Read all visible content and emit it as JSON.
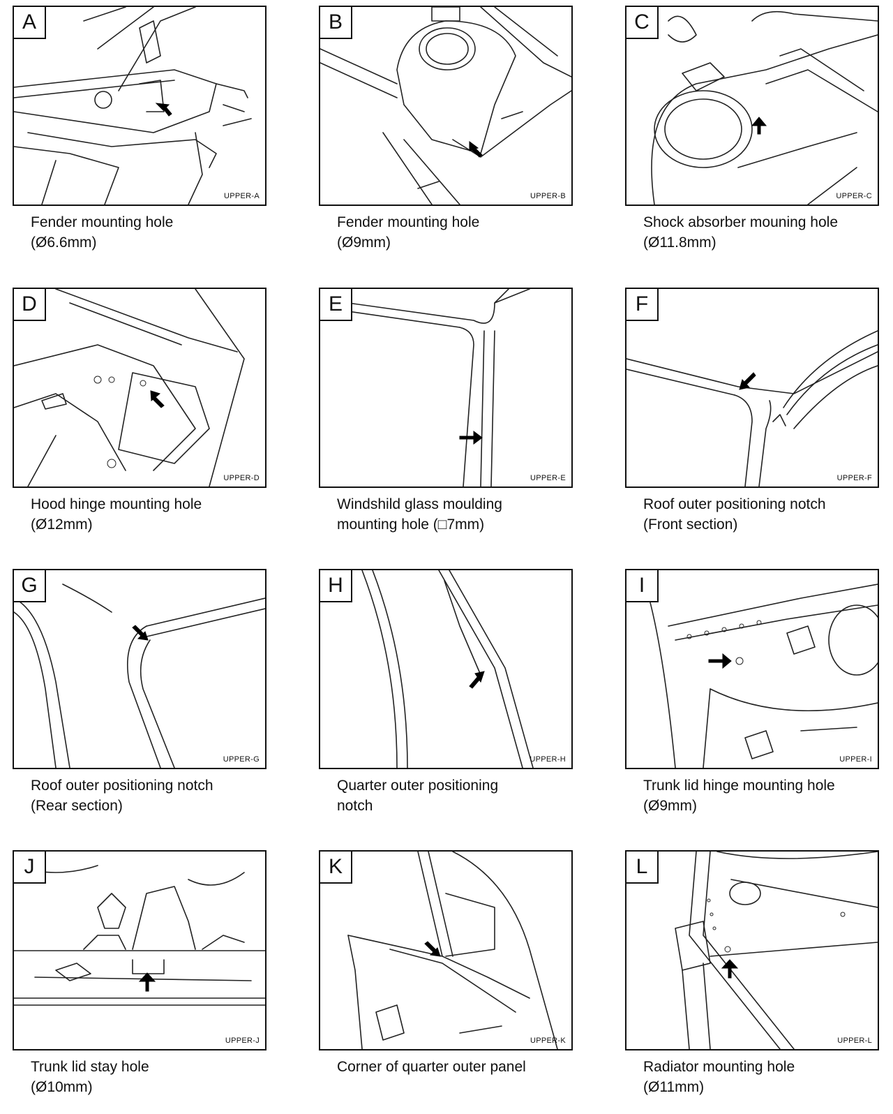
{
  "panels": [
    {
      "letter": "A",
      "code": "UPPER-A",
      "caption": [
        "Fender mounting hole",
        "(Ø6.6mm)"
      ]
    },
    {
      "letter": "B",
      "code": "UPPER-B",
      "caption": [
        "Fender mounting hole",
        "(Ø9mm)"
      ]
    },
    {
      "letter": "C",
      "code": "UPPER-C",
      "caption": [
        "Shock absorber mouning hole",
        "(Ø11.8mm)"
      ]
    },
    {
      "letter": "D",
      "code": "UPPER-D",
      "caption": [
        "Hood hinge mounting hole",
        "(Ø12mm)"
      ]
    },
    {
      "letter": "E",
      "code": "UPPER-E",
      "caption": [
        "Windshild glass moulding",
        "mounting hole (□7mm)"
      ]
    },
    {
      "letter": "F",
      "code": "UPPER-F",
      "caption": [
        "Roof outer positioning notch",
        "(Front section)"
      ]
    },
    {
      "letter": "G",
      "code": "UPPER-G",
      "caption": [
        "Roof outer positioning notch",
        "(Rear section)"
      ]
    },
    {
      "letter": "H",
      "code": "UPPER-H",
      "caption": [
        "Quarter outer positioning",
        "notch"
      ]
    },
    {
      "letter": "I",
      "code": "UPPER-I",
      "caption": [
        "Trunk lid hinge mounting hole",
        "(Ø9mm)"
      ]
    },
    {
      "letter": "J",
      "code": "UPPER-J",
      "caption": [
        "Trunk lid stay hole",
        "(Ø10mm)"
      ]
    },
    {
      "letter": "K",
      "code": "UPPER-K",
      "caption": [
        "Corner of quarter outer panel",
        ""
      ]
    },
    {
      "letter": "L",
      "code": "UPPER-L",
      "caption": [
        "Radiator mounting hole",
        "(Ø11mm)"
      ]
    }
  ]
}
